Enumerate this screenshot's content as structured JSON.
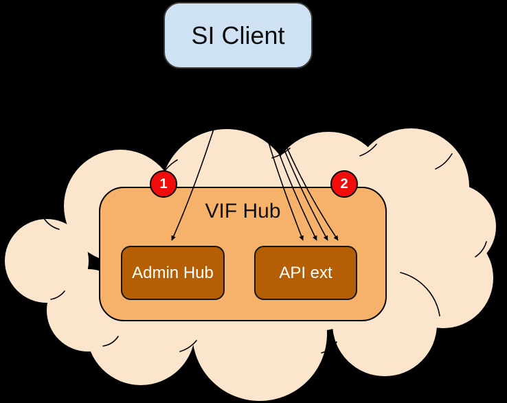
{
  "diagram": {
    "background": "#000000",
    "client": {
      "label": "SI Client"
    },
    "cloud": {
      "hub": {
        "label": "VIF Hub"
      },
      "admin": {
        "label": "Admin Hub"
      },
      "api": {
        "label": "API ext"
      }
    },
    "badges": {
      "one": "1",
      "two": "2"
    },
    "edges": [
      {
        "from": "SI Client",
        "to": "Admin Hub",
        "badge": "1",
        "lines": 1
      },
      {
        "from": "SI Client",
        "to": "API ext",
        "badge": "2",
        "lines": 4
      }
    ],
    "colors": {
      "cloud_fill": "#fce5cd",
      "hub_fill": "#f6b26b",
      "inner_box_fill": "#b45f06",
      "client_fill": "#cfe2f3",
      "badge_fill": "#f20d0d",
      "outline": "#000000",
      "inner_text": "#ffffff",
      "text": "#0d0d0d"
    }
  }
}
